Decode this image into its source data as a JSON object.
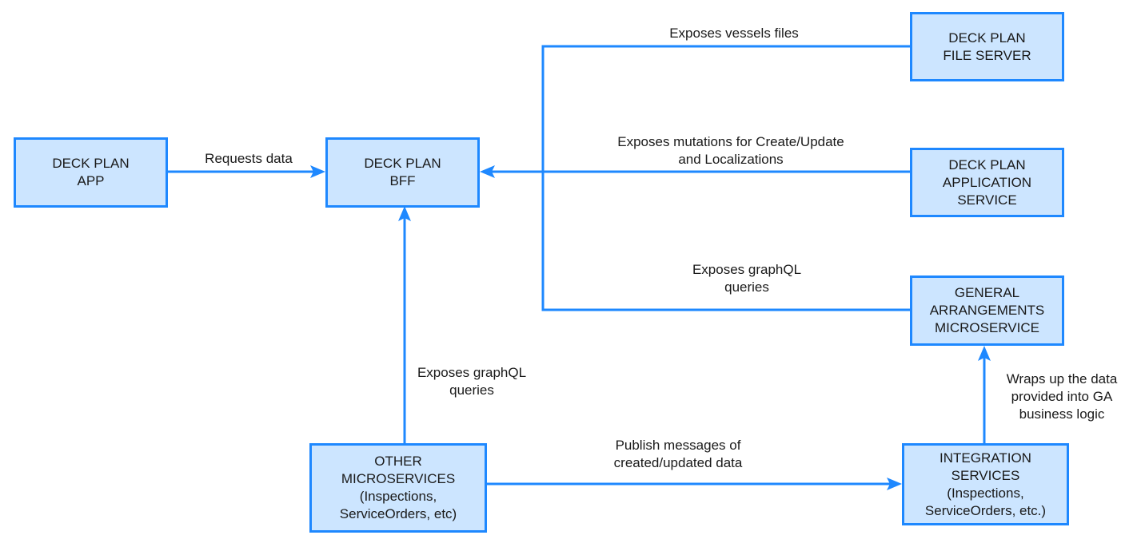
{
  "colors": {
    "stroke": "#1e88ff",
    "fill": "#cce5ff",
    "text": "#1a1a1a"
  },
  "nodes": {
    "app": "DECK PLAN\nAPP",
    "bff": "DECK PLAN\nBFF",
    "file_server": "DECK PLAN\nFILE SERVER",
    "app_service": "DECK PLAN\nAPPLICATION\nSERVICE",
    "ga": "GENERAL\nARRANGEMENTS\nMICROSERVICE",
    "other": "OTHER\nMICROSERVICES\n(Inspections,\nServiceOrders, etc)",
    "integration": "INTEGRATION\nSERVICES\n(Inspections,\nServiceOrders, etc.)"
  },
  "edges": {
    "requests_data": "Requests data",
    "vessels_files": "Exposes vessels files",
    "mutations": "Exposes mutations for Create/Update\nand Localizations",
    "ga_queries": "Exposes graphQL\nqueries",
    "other_queries": "Exposes graphQL\nqueries",
    "publish": "Publish messages of\ncreated/updated data",
    "wraps": "Wraps up the data\nprovided into GA\nbusiness logic"
  }
}
